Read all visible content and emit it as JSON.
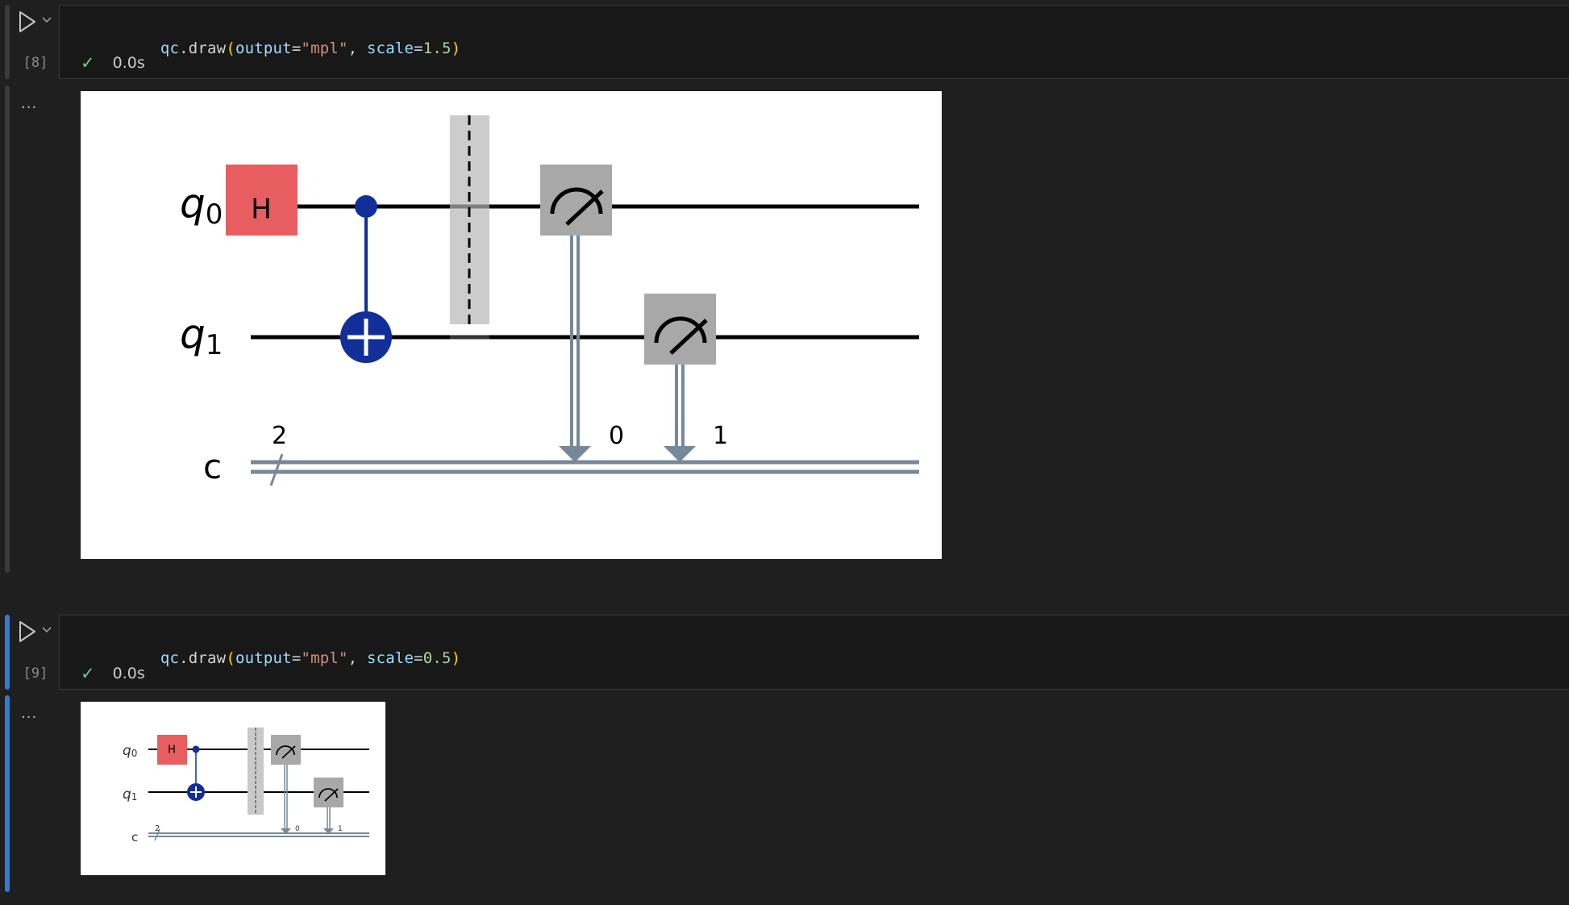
{
  "cells": [
    {
      "execution_count": "[8]",
      "code_tokens": {
        "var": "qc",
        "dot": ".",
        "fn": "draw",
        "open": "(",
        "kw1": "output",
        "eq1": "=",
        "str": "\"mpl\"",
        "comma": ", ",
        "kw2": "scale",
        "eq2": "=",
        "num": "1.5",
        "close": ")"
      },
      "status": {
        "icon": "check-icon",
        "glyph": "✓",
        "duration": "0.0s"
      },
      "output_menu": "...",
      "circuit": {
        "scale": "1.5",
        "qubits": [
          {
            "label": "q",
            "index": "0"
          },
          {
            "label": "q",
            "index": "1"
          }
        ],
        "classical_register": {
          "label": "c",
          "size": "2"
        },
        "gates": [
          {
            "type": "H",
            "label": "H",
            "qubit": 0,
            "color": "#e85d60"
          },
          {
            "type": "CNOT",
            "control": 0,
            "target": 1,
            "color": "#112e99"
          },
          {
            "type": "barrier",
            "qubits": [
              0,
              1
            ],
            "color": "#c9c9c9"
          },
          {
            "type": "measure",
            "qubit": 0,
            "clbit": "0",
            "color": "#a8a8a8"
          },
          {
            "type": "measure",
            "qubit": 1,
            "clbit": "1",
            "color": "#a8a8a8"
          }
        ],
        "classical_wire_color": "#778899"
      }
    },
    {
      "execution_count": "[9]",
      "code_tokens": {
        "var": "qc",
        "dot": ".",
        "fn": "draw",
        "open": "(",
        "kw1": "output",
        "eq1": "=",
        "str": "\"mpl\"",
        "comma": ", ",
        "kw2": "scale",
        "eq2": "=",
        "num": "0.5",
        "close": ")"
      },
      "status": {
        "icon": "check-icon",
        "glyph": "✓",
        "duration": "0.0s"
      },
      "output_menu": "...",
      "circuit": {
        "scale": "0.5",
        "qubits": [
          {
            "label": "q",
            "index": "0"
          },
          {
            "label": "q",
            "index": "1"
          }
        ],
        "classical_register": {
          "label": "c",
          "size": "2"
        },
        "gates": [
          {
            "type": "H",
            "label": "H",
            "qubit": 0
          },
          {
            "type": "CNOT",
            "control": 0,
            "target": 1
          },
          {
            "type": "barrier",
            "qubits": [
              0,
              1
            ]
          },
          {
            "type": "measure",
            "qubit": 0,
            "clbit": "0"
          },
          {
            "type": "measure",
            "qubit": 1,
            "clbit": "1"
          }
        ]
      }
    }
  ],
  "theme": {
    "background": "#1f1f1f",
    "code_background": "#181818",
    "selected_cell_bar": "#2f7bd6",
    "idle_cell_bar": "#3a3a3e",
    "success_check": "#73c991"
  }
}
